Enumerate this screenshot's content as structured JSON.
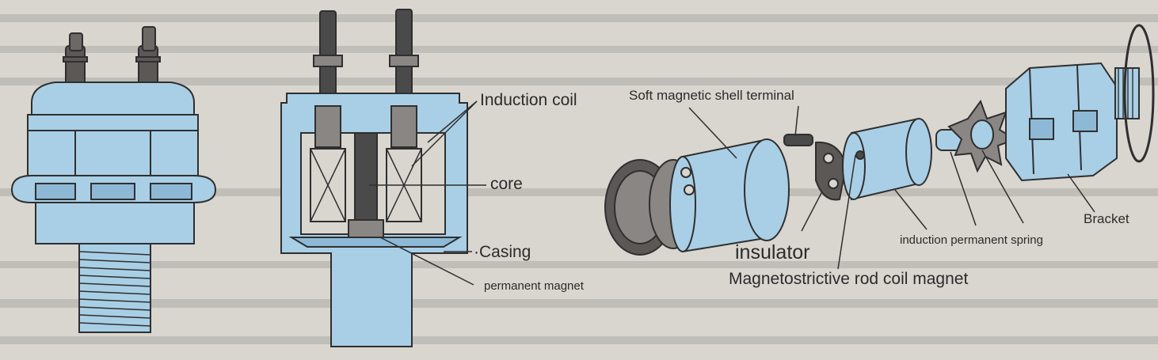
{
  "colors": {
    "background": "#d9d6cf",
    "part_fill": "#a9cfe6",
    "part_dark": "#8db9d6",
    "terminal": "#4a4a4a",
    "outline": "#2f2f2f",
    "dark_part": "#5b5856"
  },
  "icons": [
    "sensor-exterior-drawing",
    "sensor-cross-section-drawing",
    "exploded-view-drawing"
  ],
  "labels": {
    "induction_coil": "Induction coil",
    "core": "core",
    "casing": "·Casing",
    "permanent_magnet": "permanent magnet",
    "soft_magnetic_shell_terminal": "Soft magnetic shell terminal",
    "insulator": "insulator",
    "magnetostrictive_rod_coil_magnet": "Magnetostrictive rod coil magnet",
    "induction_permanent_spring": "induction permanent spring",
    "bracket": "Bracket"
  }
}
